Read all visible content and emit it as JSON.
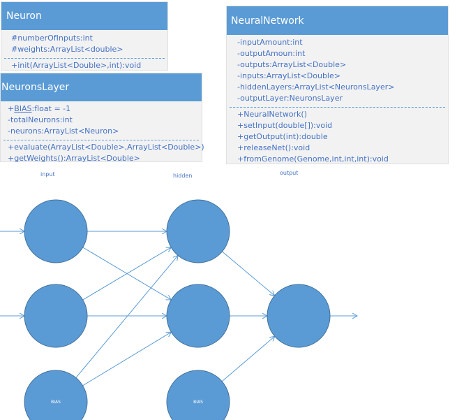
{
  "classes": {
    "neuron": {
      "title": "Neuron",
      "attributes": [
        "#numberOfInputs:int",
        "#weights:ArrayList<double>"
      ],
      "methods": [
        "+init(ArrayList<Double>,int):void"
      ]
    },
    "neurons_layer": {
      "title": "NeuronsLayer",
      "bias_prefix": "+",
      "bias_name": "BIAS",
      "bias_suffix": ":float = -1",
      "attributes": [
        "-totalNeurons:int",
        "-neurons:ArrayList<Neuron>"
      ],
      "methods": [
        "+evaluate(ArrayList<Double>,ArrayList<Double>)",
        "+getWeights():ArrayList<Double>"
      ]
    },
    "neural_network": {
      "title": "NeuralNetwork",
      "attributes": [
        "-inputAmount:int",
        "-outputAmoun:int",
        "-outputs:ArrayList<Double>",
        "-inputs:ArrayList<Double>",
        "-hiddenLayers:ArrayList<NeuronsLayer>",
        "-outputLayer:NeuronsLayer"
      ],
      "methods": [
        "+NeuralNetwork()",
        "+setInput(double[]):void",
        "+getOutput(int):double",
        "+releaseNet():void",
        "+fromGenome(Genome,int,int,int):void"
      ]
    }
  },
  "layer_labels": {
    "input": "input",
    "hidden": "hidden",
    "output": "output"
  },
  "network": {
    "bias_label": "BIAS",
    "node_color": "#5b9bd5",
    "edge_color": "#5b9bd5"
  }
}
